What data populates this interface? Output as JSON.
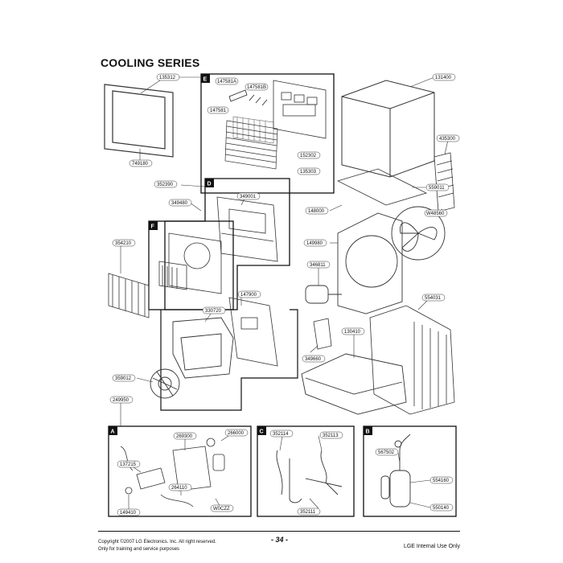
{
  "title": "COOLING SERIES",
  "frames": {
    "A": "A",
    "B": "B",
    "C": "C",
    "D": "D",
    "E": "E",
    "F": "F"
  },
  "parts": {
    "p135312": "135312",
    "p147581a": "147581A",
    "p147581b": "147581B",
    "p147581": "147581",
    "p152302": "152302",
    "p135303": "135303",
    "p749180": "749180",
    "p131400": "131400",
    "p435300": "435300",
    "p559011": "559011",
    "p548560": "W48560",
    "p352390": "352390",
    "p349480": "349480",
    "p349001": "349001",
    "p148000": "148000",
    "p149980": "149980",
    "p354210": "354210",
    "p346811": "346811",
    "p147900": "147900",
    "p330720": "330720",
    "p554031": "554031",
    "p130410": "130410",
    "p349660": "349660",
    "p359012": "359012",
    "p249950": "249950",
    "p269300": "269300",
    "p266000": "266000",
    "p137215": "137215",
    "p264110": "264110",
    "p149410": "149410",
    "p6ccz2": "W0CZZ",
    "p352114": "352114",
    "p352113": "352113",
    "p352111": "352111",
    "p567502": "567502",
    "p554160": "554160",
    "p550140": "550140"
  },
  "footer": {
    "copyright_line1": "Copyright ©2007 LG Electronics. Inc. All right reserved.",
    "copyright_line2": "Only for training and service purposes",
    "page_number": "- 34 -",
    "internal": "LGE Internal Use Only"
  }
}
